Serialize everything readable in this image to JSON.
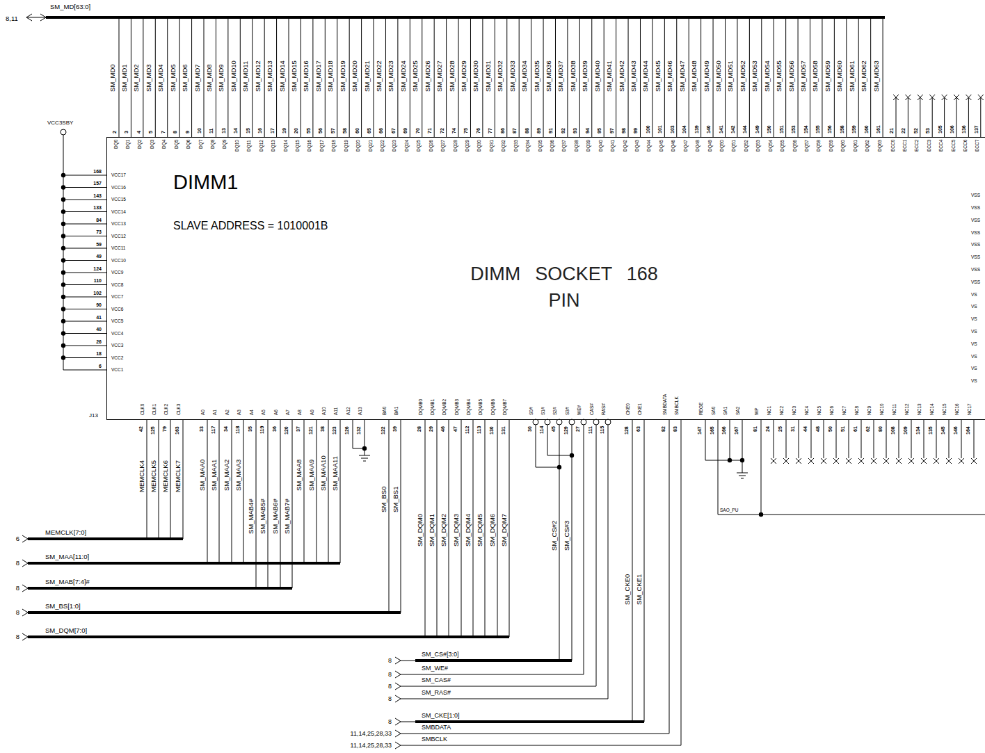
{
  "diagram": {
    "nodes": [
      {
        "text": [
          "DIMM1",
          "SLAVE ADDRESS = 1010001B",
          "DIMM SOCKET 168 PIN"
        ]
      }
    ],
    "labels": [
      "SM_MD[63:0]",
      "8,11",
      "SM_MD0",
      "SM_MD1",
      "SM_MD2",
      "SM_MD3",
      "SM_MD4",
      "SM_MD5",
      "SM_MD6",
      "SM_MD7",
      "SM_MD8",
      "SM_MD9",
      "SM_MD10",
      "SM_MD11",
      "SM_MD12",
      "SM_MD13",
      "SM_MD14",
      "SM_MD15",
      "SM_MD16",
      "SM_MD17",
      "SM_MD18",
      "SM_MD19",
      "SM_MD20",
      "SM_MD21",
      "SM_MD22",
      "SM_MD23",
      "SM_MD24",
      "SM_MD25",
      "SM_MD26",
      "SM_MD27",
      "SM_MD28",
      "SM_MD29",
      "SM_MD30",
      "SM_MD31",
      "SM_MD32",
      "SM_MD33",
      "SM_MD34",
      "SM_MD35",
      "SM_MD36",
      "SM_MD37",
      "SM_MD38",
      "SM_MD39",
      "SM_MD40",
      "SM_MD41",
      "SM_MD42",
      "SM_MD43",
      "SM_MD44",
      "SM_MD45",
      "SM_MD46",
      "SM_MD47",
      "SM_MD48",
      "SM_MD49",
      "SM_MD50",
      "SM_MD51",
      "SM_MD52",
      "SM_MD53",
      "SM_MD54",
      "SM_MD55",
      "SM_MD56",
      "SM_MD57",
      "SM_MD58",
      "SM_MD59",
      "SM_MD60",
      "SM_MD61",
      "SM_MD62",
      "SM_MD63",
      "2",
      "3",
      "4",
      "5",
      "7",
      "8",
      "9",
      "10",
      "11",
      "13",
      "14",
      "15",
      "16",
      "17",
      "19",
      "20",
      "55",
      "56",
      "57",
      "58",
      "60",
      "65",
      "66",
      "67",
      "69",
      "70",
      "71",
      "72",
      "74",
      "75",
      "76",
      "77",
      "86",
      "87",
      "88",
      "89",
      "91",
      "92",
      "93",
      "94",
      "95",
      "97",
      "98",
      "99",
      "100",
      "101",
      "103",
      "104",
      "139",
      "140",
      "141",
      "142",
      "144",
      "149",
      "150",
      "151",
      "153",
      "154",
      "155",
      "156",
      "158",
      "159",
      "160",
      "161",
      "21",
      "22",
      "52",
      "53",
      "105",
      "106",
      "136",
      "137",
      "DQ0",
      "DQ1",
      "DQ2",
      "DQ3",
      "DQ4",
      "DQ5",
      "DQ6",
      "DQ7",
      "DQ8",
      "DQ9",
      "DQ10",
      "DQ11",
      "DQ12",
      "DQ13",
      "DQ14",
      "DQ15",
      "DQ16",
      "DQ17",
      "DQ18",
      "DQ19",
      "DQ20",
      "DQ21",
      "DQ22",
      "DQ23",
      "DQ24",
      "DQ25",
      "DQ26",
      "DQ27",
      "DQ28",
      "DQ29",
      "DQ30",
      "DQ31",
      "DQ32",
      "DQ33",
      "DQ34",
      "DQ35",
      "DQ36",
      "DQ37",
      "DQ38",
      "DQ39",
      "DQ40",
      "DQ41",
      "DQ42",
      "DQ43",
      "DQ44",
      "DQ45",
      "DQ46",
      "DQ47",
      "DQ48",
      "DQ49",
      "DQ50",
      "DQ51",
      "DQ52",
      "DQ53",
      "DQ54",
      "DQ55",
      "DQ56",
      "DQ57",
      "DQ58",
      "DQ59",
      "DQ60",
      "DQ61",
      "DQ62",
      "DQ63",
      "ECC0",
      "ECC1",
      "ECC2",
      "ECC3",
      "ECC4",
      "ECC5",
      "ECC6",
      "ECC7",
      "VCC3SBY",
      "168",
      "157",
      "143",
      "133",
      "84",
      "73",
      "59",
      "49",
      "124",
      "110",
      "102",
      "90",
      "41",
      "40",
      "26",
      "18",
      "6",
      "VCC17",
      "VCC16",
      "VCC15",
      "VCC14",
      "VCC13",
      "VCC12",
      "VCC11",
      "VCC10",
      "VCC9",
      "VCC8",
      "VCC7",
      "VCC6",
      "VCC5",
      "VCC4",
      "VCC3",
      "VCC2",
      "VCC1",
      "VSS",
      "VSS",
      "VSS",
      "VSS",
      "VSS",
      "VSS",
      "VSS",
      "VSS",
      "VS",
      "VS",
      "VS",
      "VS",
      "VS",
      "VS",
      "VS",
      "VS",
      "J13",
      "CLK0",
      "CLK1",
      "CLK2",
      "CLK3",
      "A0",
      "A1",
      "A2",
      "A3",
      "A4",
      "A5",
      "A6",
      "A7",
      "A8",
      "A9",
      "A10",
      "A11",
      "A12",
      "A13",
      "BA0",
      "BA1",
      "DQMB0",
      "DQMB1",
      "DQMB2",
      "DQMB3",
      "DQMB4",
      "DQMB5",
      "DQMB6",
      "DQMB7",
      "S0#",
      "S1#",
      "S2#",
      "S3#",
      "WE#",
      "CAS#",
      "RAS#",
      "CKE0",
      "CKE1",
      "SMBDATA",
      "SMBCLK",
      "REGE",
      "SA0",
      "SA1",
      "SA2",
      "WP",
      "NC1",
      "NC2",
      "NC3",
      "NC4",
      "NC5",
      "NC6",
      "NC7",
      "NC8",
      "NC9",
      "NC10",
      "NC11",
      "NC12",
      "NC13",
      "NC14",
      "NC15",
      "NC16",
      "NC17",
      "42",
      "125",
      "79",
      "163",
      "33",
      "117",
      "34",
      "118",
      "35",
      "119",
      "36",
      "120",
      "37",
      "121",
      "38",
      "123",
      "126",
      "132",
      "122",
      "39",
      "28",
      "29",
      "46",
      "47",
      "112",
      "113",
      "130",
      "131",
      "30",
      "114",
      "45",
      "129",
      "27",
      "111",
      "115",
      "128",
      "63",
      "82",
      "83",
      "147",
      "165",
      "166",
      "167",
      "81",
      "24",
      "25",
      "31",
      "44",
      "48",
      "50",
      "51",
      "61",
      "62",
      "80",
      "108",
      "109",
      "134",
      "135",
      "145",
      "146",
      "164",
      "MEMCLK4",
      "MEMCLK5",
      "MEMCLK6",
      "MEMCLK7",
      "SM_MAA0",
      "SM_MAA1",
      "SM_MAA2",
      "SM_MAA3",
      "SM_MAB4#",
      "SM_MAB5#",
      "SM_MAB6#",
      "SM_MAB7#",
      "SM_MAA8",
      "SM_MAA9",
      "SM_MAA10",
      "SM_MAA11",
      "SM_BS0",
      "SM_BS1",
      "SM_DQM0",
      "SM_DQM1",
      "SM_DQM2",
      "SM_DQM3",
      "SM_DQM4",
      "SM_DQM5",
      "SM_DQM6",
      "SM_DQM7",
      "SM_CS#2",
      "SM_CS#3",
      "SM_CKE0",
      "SM_CKE1",
      "SAO_PU",
      "MEMCLK[7:0]",
      "6",
      "SM_MAA[11:0]",
      "8",
      "SM_MAB[7:4]#",
      "8",
      "SM_BS[1:0]",
      "8",
      "SM_DQM[7:0]",
      "8",
      "SM_CS#[3:0]",
      "8",
      "SM_WE#",
      "8",
      "SM_CAS#",
      "8",
      "SM_RAS#",
      "8",
      "SM_CKE[1:0]",
      "8",
      "SMBDATA",
      "11,14,25,28,33",
      "SMBCLK",
      "11,14,25,28,33"
    ]
  }
}
